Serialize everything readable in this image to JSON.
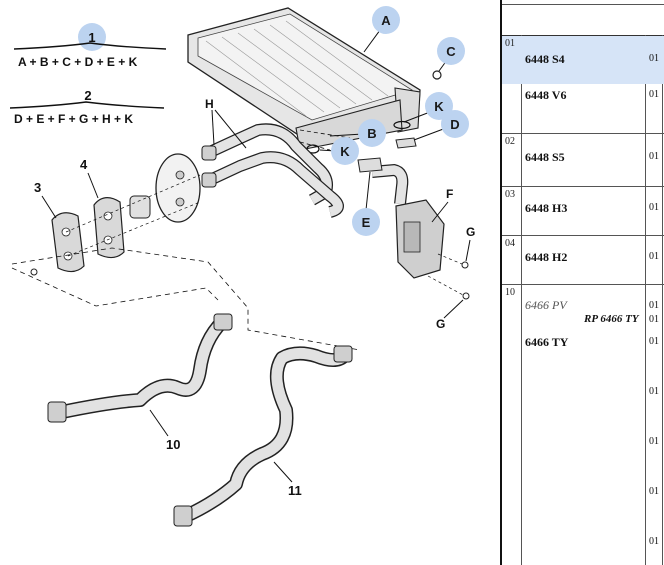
{
  "diagram": {
    "formulas": [
      {
        "number": "1",
        "text": "A + B + C + D + E + K"
      },
      {
        "number": "2",
        "text": "D + E + F + G + H + K"
      }
    ],
    "bubble_labels": {
      "A": "A",
      "B": "B",
      "C": "C",
      "D": "D",
      "E": "E",
      "K1": "K",
      "K2": "K"
    },
    "plain_labels": {
      "F": "F",
      "G1": "G",
      "G2": "G",
      "H": "H"
    },
    "part_numbers": {
      "p3": "3",
      "p4": "4",
      "p10": "10",
      "p11": "11"
    }
  },
  "colors": {
    "accent_bubble": "#bcd3f0",
    "row_selected": "#d6e4f7"
  },
  "table": {
    "groups": [
      {
        "num": "01",
        "rows": [
          {
            "ref": "6448 S4",
            "qty": "01"
          },
          {
            "ref": "6448 V6",
            "qty": "01"
          }
        ]
      },
      {
        "num": "02",
        "rows": [
          {
            "ref": "6448 S5",
            "qty": "01"
          }
        ]
      },
      {
        "num": "03",
        "rows": [
          {
            "ref": "6448 H3",
            "qty": "01"
          }
        ]
      },
      {
        "num": "04",
        "rows": [
          {
            "ref": "6448 H2",
            "qty": "01"
          }
        ]
      },
      {
        "num": "10",
        "rows": [
          {
            "ref": "6466 PV",
            "qty": "01"
          },
          {
            "rp": "RP 6466 TY",
            "qty": "01"
          },
          {
            "ref": "6466 TY",
            "qty": "01"
          },
          {
            "qty": "01"
          },
          {
            "qty": "01"
          },
          {
            "qty": "01"
          },
          {
            "qty": "01"
          }
        ]
      }
    ]
  }
}
